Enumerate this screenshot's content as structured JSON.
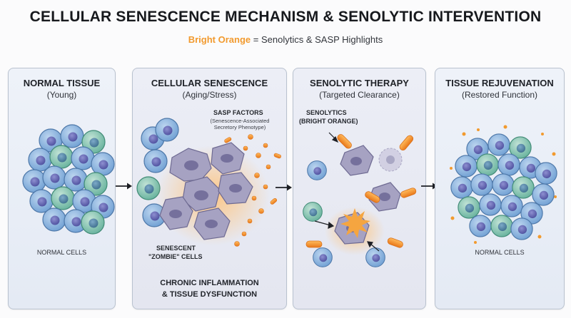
{
  "header": {
    "title": "CELLULAR SENESCENCE MECHANISM & SENOLYTIC INTERVENTION",
    "legend_accent": "Bright Orange",
    "legend_rest": " = Senolytics & SASP Highlights"
  },
  "colors": {
    "accent_orange": "#f29a2e",
    "cell_blue": "#7aa6d8",
    "cell_teal": "#6fb8a7",
    "senescent_purple": "#a49fbf"
  },
  "panels": [
    {
      "title": "NORMAL TISSUE",
      "subtitle": "(Young)",
      "caption": "NORMAL CELLS"
    },
    {
      "title": "CELLULAR SENESCENCE",
      "subtitle": "(Aging/Stress)",
      "sasp_title": "SASP FACTORS",
      "sasp_sub_1": "(Senescence-Associated",
      "sasp_sub_2": "Secretory Phenotype)",
      "senescent_label_1": "SENESCENT",
      "senescent_label_2": "\"ZOMBIE\" CELLS",
      "bottom_1": "CHRONIC INFLAMMATION",
      "bottom_2": "& TISSUE DYSFUNCTION"
    },
    {
      "title": "SENOLYTIC THERAPY",
      "subtitle": "(Targeted Clearance)",
      "drug_label_1": "SENOLYTICS",
      "drug_label_2": "(BRIGHT ORANGE)"
    },
    {
      "title": "TISSUE REJUVENATION",
      "subtitle": "(Restored Function)",
      "caption": "NORMAL CELLS"
    }
  ]
}
